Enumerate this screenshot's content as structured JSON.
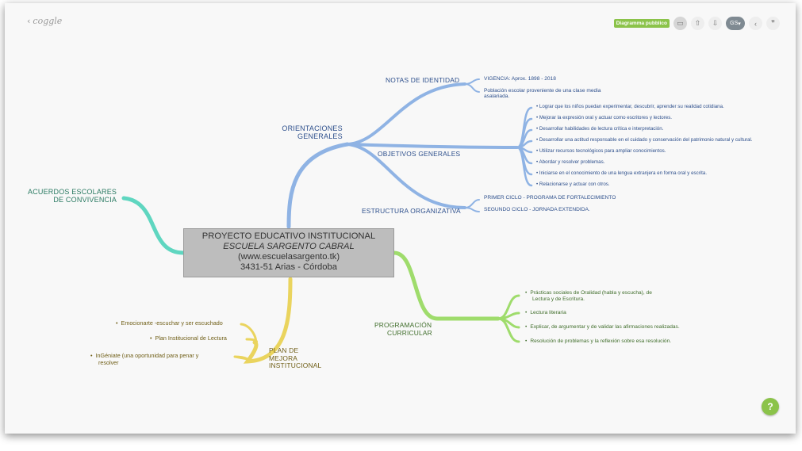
{
  "app": {
    "logo": "coggle",
    "back_icon": "chevron-left-icon"
  },
  "toolbar": {
    "public_badge": "Diagramma pubblico",
    "avatar_initials": "GS",
    "icons": [
      "presentation-icon",
      "upload-icon",
      "download-icon",
      "user-avatar",
      "chevron-left-icon",
      "quote-icon"
    ]
  },
  "center": {
    "line1": "PROYECTO EDUCATIVO INSTITUCIONAL",
    "line2": "ESCUELA SARGENTO CABRAL",
    "line3": "(www.escuelasargento.tk)",
    "line4": "3431-51 Arias - Córdoba"
  },
  "branches": {
    "orientaciones": {
      "label_l1": "ORIENTACIONES",
      "label_l2": "GENERALES",
      "color": "#8fb3e4",
      "notas": {
        "label": "NOTAS DE IDENTIDAD",
        "items": [
          "VIGENCIA: Aprox. 1898 - 2018",
          "Población escolar proveniente de una clase media",
          "asalariada."
        ]
      },
      "objetivos": {
        "label": "OBJETIVOS GENERALES",
        "items": [
          "• Lograr que los niños puedan experimentar, descubrir, aprender su realidad cotidiana.",
          "• Mejorar la expresión oral y actuar como escritores y lectores.",
          "• Desarrollar habilidades de lectura crítica e interpretación.",
          "• Desarrollar una actitud responsable en el cuidado y conservación del patrimonio natural y cultural.",
          "• Utilizar recursos tecnológicos para ampliar conocimientos.",
          "• Abordar y resolver problemas.",
          "• Iniciarse en el conocimiento de una lengua extranjera en forma oral y escrita.",
          "• Relacionarse y actuar con otros."
        ]
      },
      "estructura": {
        "label": "ESTRUCTURA ORGANIZATIVA",
        "items": [
          "PRIMER CICLO - PROGRAMA DE FORTALECIMIENTO",
          "SEGUNDO CICLO - JORNADA EXTENDIDA."
        ]
      }
    },
    "acuerdos": {
      "label_l1": "ACUERDOS ESCOLARES",
      "label_l2": "DE CONVIVENCIA",
      "color": "#5fd6c0"
    },
    "programacion": {
      "label_l1": "PROGRAMACIÓN",
      "label_l2": "CURRICULAR",
      "color": "#9fdc6c",
      "items": [
        "Prácticas sociales de Oralidad (habla y escucha), de",
        "Lectura y de Escritura.",
        "Lectura literaria",
        "Explicar, de argumentar y de validar las afirmaciones realizadas.",
        "Resolución de problemas y la reflexión sobre esa resolución."
      ]
    },
    "plan": {
      "label_l1": "PLAN DE",
      "label_l2": "MEJORA",
      "label_l3": "INSTITUCIONAL",
      "color": "#ead45e",
      "items": [
        "Emocionarte -escuchar y ser escuchado",
        "Plan Institucional de Lectura",
        "InGéniate (una oportunidad para penar y",
        "resolver"
      ]
    }
  },
  "help": {
    "label": "?"
  }
}
